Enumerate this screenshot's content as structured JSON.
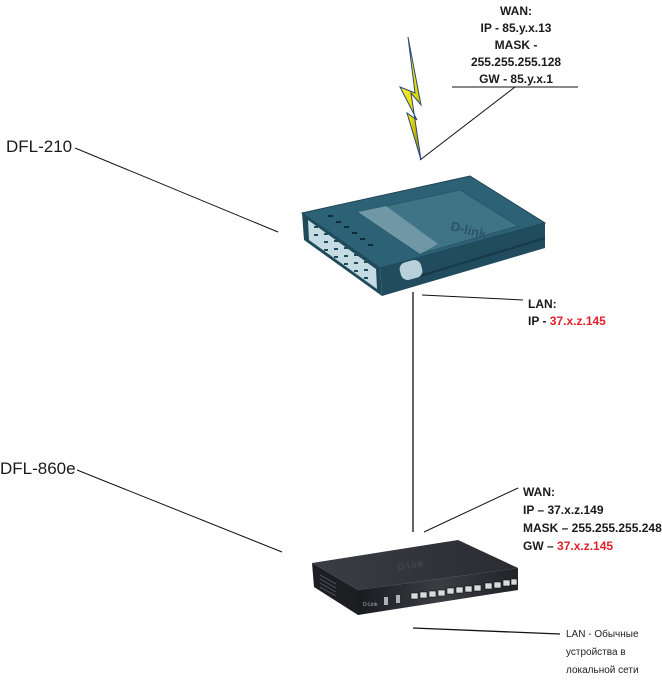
{
  "devices": {
    "top": {
      "name": "DFL-210"
    },
    "bottom": {
      "name": "DFL-860e"
    }
  },
  "top_wan": {
    "title": "WAN:",
    "ip": "IP - 85.y.x.13",
    "mask_label": "MASK -",
    "mask_value": "255.255.255.128",
    "gw": "GW - 85.y.x.1"
  },
  "top_lan": {
    "title": "LAN:",
    "ip_prefix": "IP - ",
    "ip_value": "37.x.z.145"
  },
  "bottom_wan": {
    "title": "WAN:",
    "ip": "IP – 37.x.z.149",
    "mask": "MASK – 255.255.255.248",
    "gw_prefix": "GW – ",
    "gw_value": "37.x.z.145"
  },
  "bottom_lan": {
    "line1": "LAN - Обычные",
    "line2": "устройства в",
    "line3": "локальной сети"
  },
  "colors": {
    "highlight": "#e0212a",
    "router_body": "#2f5f72",
    "bolt": "#f2e600"
  }
}
